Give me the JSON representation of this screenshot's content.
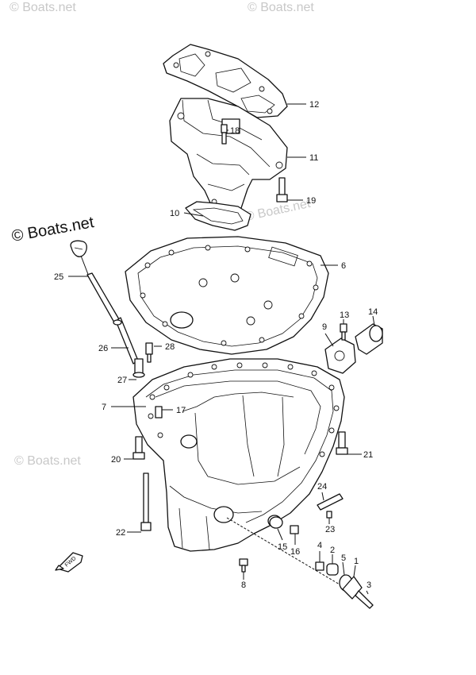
{
  "watermark": "© Boats.net",
  "callouts": [
    {
      "id": "c12",
      "label": "12"
    },
    {
      "id": "c18",
      "label": "18"
    },
    {
      "id": "c11",
      "label": "11"
    },
    {
      "id": "c19",
      "label": "19"
    },
    {
      "id": "c10",
      "label": "10"
    },
    {
      "id": "c6",
      "label": "6"
    },
    {
      "id": "c25",
      "label": "25"
    },
    {
      "id": "c9",
      "label": "9"
    },
    {
      "id": "c13",
      "label": "13"
    },
    {
      "id": "c14",
      "label": "14"
    },
    {
      "id": "c26",
      "label": "26"
    },
    {
      "id": "c28",
      "label": "28"
    },
    {
      "id": "c27",
      "label": "27"
    },
    {
      "id": "c7",
      "label": "7"
    },
    {
      "id": "c17",
      "label": "17"
    },
    {
      "id": "c20",
      "label": "20"
    },
    {
      "id": "c21",
      "label": "21"
    },
    {
      "id": "c24",
      "label": "24"
    },
    {
      "id": "c23",
      "label": "23"
    },
    {
      "id": "c22",
      "label": "22"
    },
    {
      "id": "c15",
      "label": "15"
    },
    {
      "id": "c16",
      "label": "16"
    },
    {
      "id": "c4",
      "label": "4"
    },
    {
      "id": "c2",
      "label": "2"
    },
    {
      "id": "c5",
      "label": "5"
    },
    {
      "id": "c1",
      "label": "1"
    },
    {
      "id": "c3",
      "label": "3"
    },
    {
      "id": "c8",
      "label": "8"
    }
  ],
  "fwd_label": "FWD"
}
